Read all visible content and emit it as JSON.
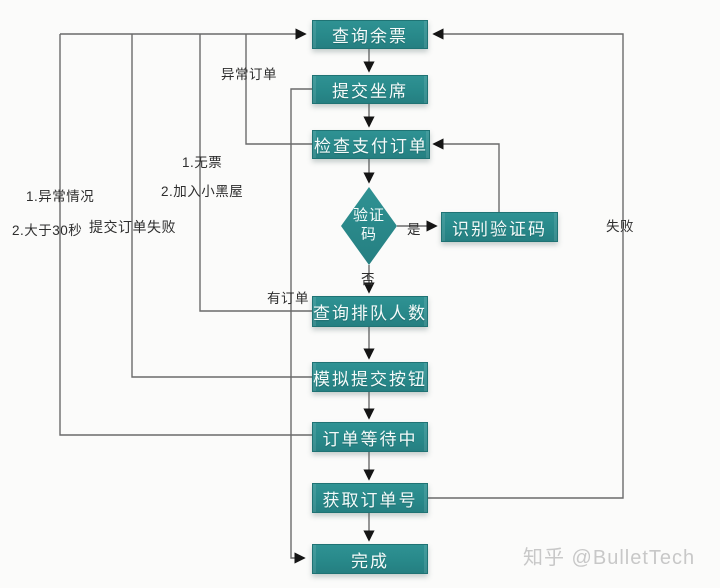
{
  "flowchart": {
    "nodes": {
      "query_tickets": "查询余票",
      "submit_seat": "提交坐席",
      "check_payment": "检查支付订单",
      "captcha_decision": "验证码",
      "recognize_captcha": "识别验证码",
      "query_queue": "查询排队人数",
      "simulate_submit": "模拟提交按钮",
      "order_waiting": "订单等待中",
      "get_order_number": "获取订单号",
      "done": "完成"
    },
    "edge_labels": {
      "abnormal_order": "异常订单",
      "no_ticket": "1.无票",
      "blacklist": "2.加入小黑屋",
      "abnormal_case": "1.异常情况",
      "over_30s": "2.大于30秒",
      "submit_order_failed": "提交订单失败",
      "has_order": "有订单",
      "yes": "是",
      "no": "否",
      "failed": "失败"
    },
    "colors": {
      "node_fill": "#2b8c8d",
      "node_border": "#1f7374",
      "node_text": "#f4fbfa",
      "line": "#6b6b6b",
      "arrowhead": "#151515",
      "label_text": "#2e2e2e",
      "background": "#fbfbfa"
    }
  },
  "watermark": {
    "text": "知乎 @BulletTech"
  }
}
